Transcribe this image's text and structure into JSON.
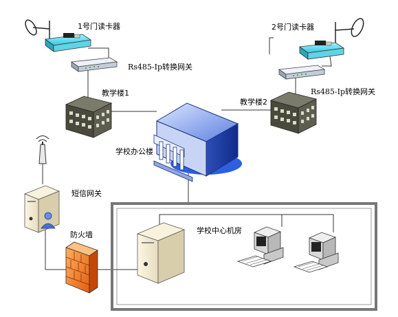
{
  "labels": {
    "reader1": "1号门读卡器",
    "reader2": "2号门读卡器",
    "gateway1": "Rs485-Ip转换网关",
    "gateway2": "Rs485-Ip转换网关",
    "building1": "教学楼1",
    "building2": "教学楼2",
    "office": "学校办公楼",
    "sms_gateway": "短信网关",
    "firewall": "防火墙",
    "datacenter": "学校中心机房"
  }
}
